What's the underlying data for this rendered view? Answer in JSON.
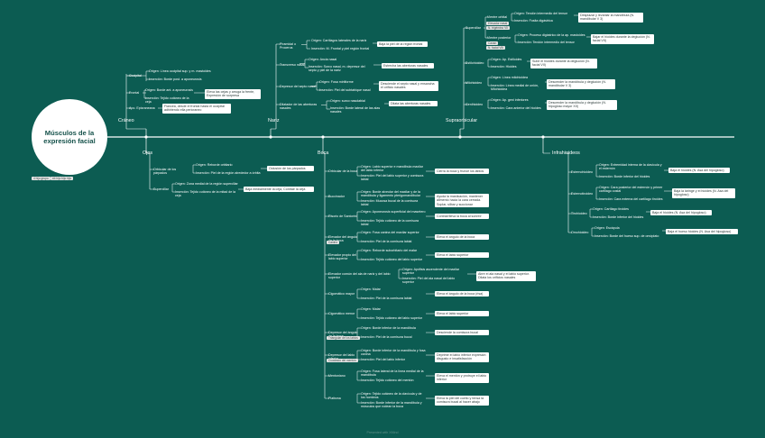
{
  "root": "Músculos de la expresión facial",
  "root_tags": [
    "4 hijo grupo",
    "#4 hijo hijo hijo"
  ],
  "footer": "Presented with XMind",
  "sections": {
    "craneo": {
      "label": "Cráneo",
      "items": [
        {
          "name": "Occipital",
          "lines": [
            "Origen: Línea occipital sup. y m. mastoides",
            "Inserción: Borde post. a aponeurosis"
          ]
        },
        {
          "name": "Frontal",
          "lines": [
            "Origen: Borde ant. a aponeurosis",
            "Inserción: Tejido cutáneo de la ceja"
          ],
          "note": "Eleva las cejas y arruga la frente, Expresión de sorpresa"
        },
        {
          "name": "Apo. Epicraneana",
          "note": "Flancea, desde el frontal hasta el occipital adhiriendo ella pericraneo"
        }
      ]
    },
    "nariz": {
      "label": "Nariz",
      "items": [
        {
          "name": "Piramidal o Procerus",
          "lines": [
            "Origen: Cartílagos laterales de la nariz",
            "Inserción: M. Frontal y piel región frontal"
          ],
          "note": "Baja la piel de la región frontal"
        },
        {
          "name": "Transverso nasal",
          "lines": [
            "Origen: Ancia nasal",
            "Inserción: Surco nasal, m. depresor del septo y piel de la nariz"
          ],
          "note": "Estrecha las aberturas nasales"
        },
        {
          "name": "Depresor del septo nasal",
          "lines": [
            "Origen: Fosa mirtiforme",
            "Inserción: Piel del subtabique nasal"
          ],
          "note": "Desciende el septo nasal y ensancha el orificio nasales"
        },
        {
          "name": "Dilatador de las aberturas nasales",
          "lines": [
            "Origen: surco nasolabial",
            "Inserción: Borde lateral de las alas nasales"
          ],
          "note": "Dilata las aberturas nasales"
        }
      ]
    },
    "supra": {
      "label": "Supraorbicular",
      "items": [
        {
          "name": "Superciliar",
          "subs": [
            {
              "name": "Vientre orbital",
              "lines": [
                "Origen: Tendón intermedio del tensor",
                "Inserción: Fosita digástrica"
              ],
              "note": "Desplazar y levantar la mandíbula (N. mandibular V 3)",
              "tags": [
                "Elevador nasal",
                "N. trigémino VII"
              ]
            },
            {
              "name": "Vientre posterior",
              "lines": [
                "Origen: Proceso digástrico de la ap. mastoides",
                "Inserción: Tendón intermedio del tensor"
              ],
              "note": "Bajar el hioides durante la deglución (N. facial VII)",
              "tags": [
                "Cavan",
                "N. facial VIII"
              ]
            }
          ]
        },
        {
          "name": "Estilohioideo",
          "lines": [
            "Origen: Ap. Estiloides",
            "Inserción: Hioides"
          ],
          "note": "Sube el hioides durante la deglución (N. facial VII)"
        },
        {
          "name": "Milohioideo",
          "lines": [
            "Origen: Línea milohioidea",
            "Inserción: Línea medial de unión, Milohioidea"
          ],
          "note": "Descender la mandíbula y deglución (N. mandibular V 3)"
        },
        {
          "name": "Genihioideo",
          "lines": [
            "Origen: Ap. geni inferiores",
            "Inserción: Cara anterior del hioides"
          ],
          "note": "Descender la mandíbula y deglución (N. hipogloso mayor XII)"
        }
      ]
    },
    "ojos": {
      "label": "Ojos",
      "items": [
        {
          "name": "Orbicular de los párpados",
          "lines": [
            "Origen: Reborde orbitario",
            "Inserción: Piel de la región alrededor a órbita"
          ],
          "note": "Oclusión de los párpados"
        },
        {
          "name": "Superciliar",
          "lines": [
            "Origen: Zona medial de la región superciliar",
            "Inserción: Tejido cutáneo de la mitad de la ceja"
          ],
          "note": "Baja medialmente la ceja, Contrae la ceja"
        }
      ]
    },
    "boca": {
      "label": "Boca",
      "items": [
        {
          "name": "Orbicular de la boca",
          "lines": [
            "Origen: Labio superior e mandíbula maxilar del labio inferior",
            "Inserción: Piel del labio superior y comisura labial"
          ],
          "note": "Cierra la boca y frunce los labios"
        },
        {
          "name": "Buccinador",
          "lines": [
            "Origen: Borde alveolar del maxilar y de la mandíbula y ligamento pterigomandibular",
            "Inserción: Mucosa bucal de la comisura labial"
          ],
          "note": "Ayuda la masticación, mantener alimento hacia la cara cerrada. Soplar, silbar y succionar"
        },
        {
          "name": "Risorio de Santorini",
          "lines": [
            "Origen: Aponeurosis superficial del masetero",
            "Inserción: Tejido cutáneo de la comisura labial"
          ],
          "note": "Contrae/lleva la boca al sonreír"
        },
        {
          "name": "Elevador del ángulo de la boca",
          "lines": [
            "Origen: Fosa canina del maxilar superior",
            "Inserción: Piel de la comisura labial"
          ],
          "note": "Eleva el ángulo de la boca",
          "tags": [
            "Canino"
          ]
        },
        {
          "name": "Elevador propio del labio superior",
          "lines": [
            "Origen: Reborde suborbitario del malar",
            "Inserción: Tejido cutáneo del labio superior"
          ],
          "note": "Eleva el labio superior"
        },
        {
          "name": "Elevador común del ala de nariz y del labio superior",
          "lines": [
            "Origen: Apófisis ascendente del maxilar superior",
            "Inserción: Piel del ala nasal del labio superior"
          ],
          "note": "Abre el ala nasal y el labio superior. Dilata los orificios nasales"
        },
        {
          "name": "Cigomático mayor",
          "lines": [
            "Origen: Malar",
            "Inserción: Piel de la comisura labial"
          ],
          "note": "Eleva el ángulo de la boca (risa)"
        },
        {
          "name": "Cigomático menor",
          "lines": [
            "Origen: Malar",
            "Inserción: Tejido cutáneo del labio superior"
          ],
          "note": "Eleva el labio superior"
        },
        {
          "name": "Depresor del ángulo de la boca",
          "lines": [
            "Origen: Borde inferior de la mandíbula",
            "Inserción: Piel de la comisura bucal"
          ],
          "note": "Desciende la comisura bucal",
          "tags": [
            "Triangular de los labios"
          ]
        },
        {
          "name": "Depresor del labio inferior",
          "lines": [
            "Origen: Borde inferior de la mandíbula y fosa canina",
            "Inserción: Piel del labio inferior"
          ],
          "note": "Deprime el labio inferior expresión disgusto e insatisfacción",
          "tags": [
            "Cuadrado del mentón"
          ]
        },
        {
          "name": "Mentoniano",
          "lines": [
            "Origen: Fosa lateral de la línea medial de la mandíbula",
            "Inserción: Tejido cutáneo del mentón"
          ],
          "note": "Eleva el mentón y protruye el labio inferior"
        },
        {
          "name": "Platisma",
          "lines": [
            "Origen: Tejido cutáneo de la clavícula y de los hombros",
            "Inserción: Borde inferior de la mandíbula y músculos que rodean la boca"
          ],
          "note": "Eleva la piel del cuello y tensa la comisura bucal al hacer abajo"
        }
      ]
    },
    "infra": {
      "label": "Infrahioideos",
      "items": [
        {
          "name": "Esternohioideo",
          "lines": [
            "Origen: Extremidad interna de la clavícula y el esternón",
            "Inserción: Borde inferior del hioides"
          ],
          "note": "Baja el hioides (N. Asa del hipogloso)"
        },
        {
          "name": "Esternotiroideo",
          "lines": [
            "Origen: Cara posterior del esternón y primer cartílago costal",
            "Inserción: Cara externa del cartílago tiroides"
          ],
          "note": "Baja la laringe y el hioides (N. Asa del hipogloso)"
        },
        {
          "name": "Tirohioideo",
          "lines": [
            "Origen: Cartílago tiroides",
            "Inserción: Borde inferior del hioides"
          ],
          "note": "Baja el hioides (N. Asa del hipogloso)"
        },
        {
          "name": "Omohioideo",
          "lines": [
            "Origen: Escápula",
            "Inserción: Borde del hueso sup. de omóplato"
          ],
          "note": "Baja el hueso hioides (N. Asa del hipogloso)"
        }
      ]
    }
  }
}
